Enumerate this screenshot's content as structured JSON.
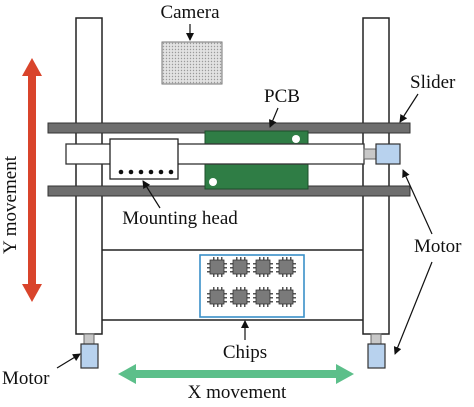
{
  "labels": {
    "camera": "Camera",
    "pcb": "PCB",
    "slider": "Slider",
    "mounting_head": "Mounting head",
    "motor_right": "Motor",
    "motor_left": "Motor",
    "chips": "Chips",
    "x_movement": "X movement",
    "y_movement": "Y movement"
  },
  "colors": {
    "rail": "#6e6e6e",
    "pcb": "#2f7d45",
    "motor": "#b8d2ee",
    "chip_tray_border": "#3a8fc8",
    "chip": "#7a7a7a",
    "x_arrow": "#5cbf8a",
    "y_arrow": "#d9442b",
    "camera": "#d8d8d8"
  },
  "chips": {
    "rows": 2,
    "cols": 4
  }
}
